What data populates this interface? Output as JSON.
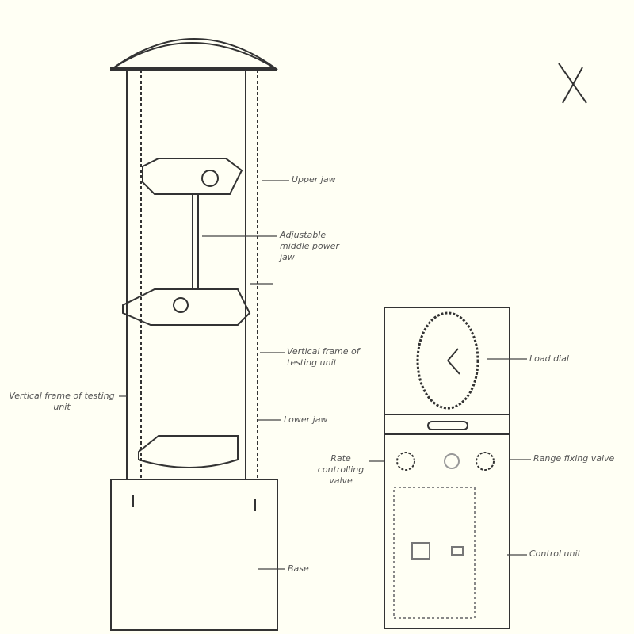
{
  "diagram": {
    "mark": "X",
    "labels": {
      "upper_jaw": "Upper jaw",
      "middle_jaw": "Adjustable middle power jaw",
      "vertical_frame_right": "Vertical frame of testing unit",
      "vertical_frame_left": "Vertical frame of testing unit",
      "lower_jaw": "Lower jaw",
      "base": "Base",
      "load_dial": "Load dial",
      "rate_valve": "Rate controlling valve",
      "range_valve": "Range fixing valve",
      "control_unit": "Control unit"
    }
  }
}
